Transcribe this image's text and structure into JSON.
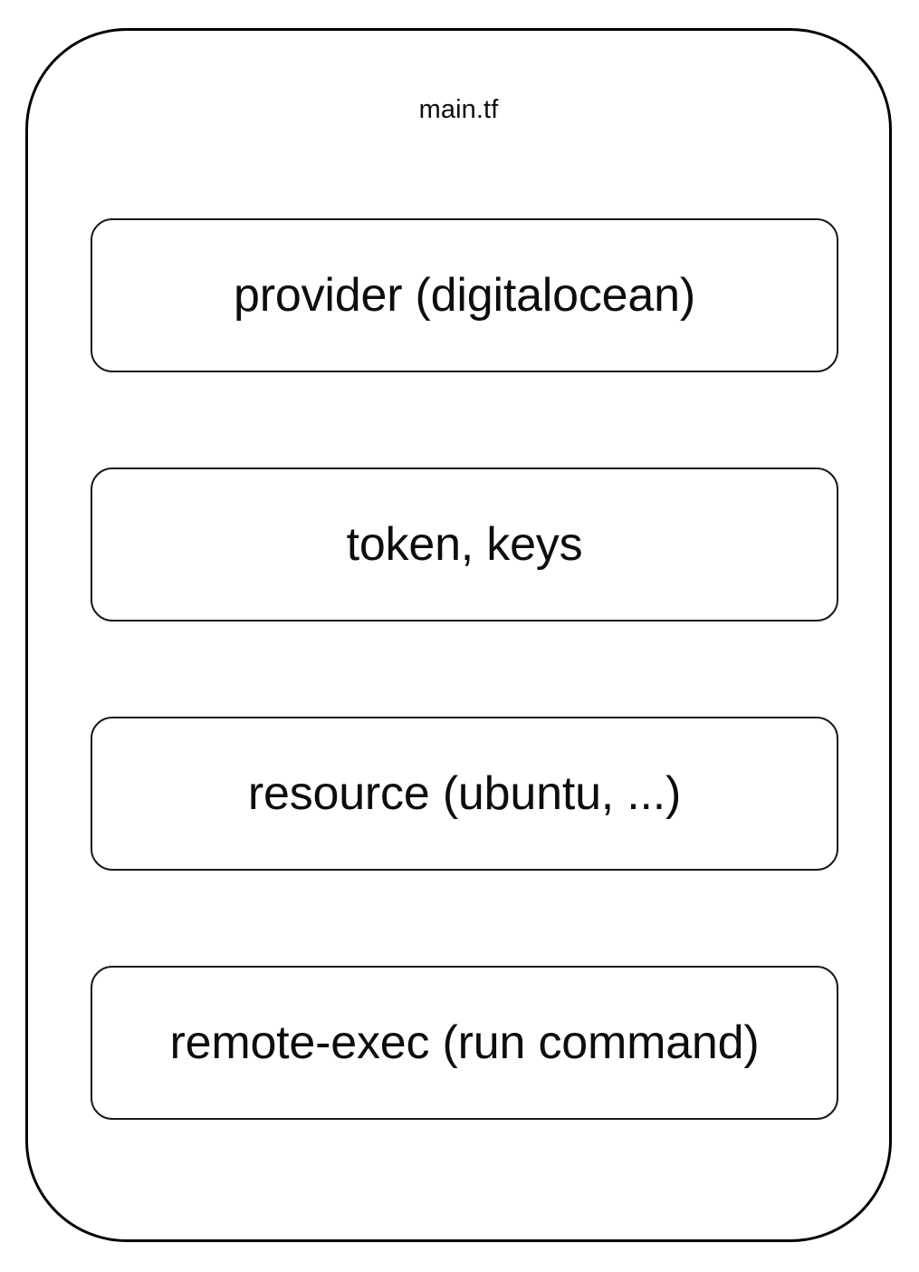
{
  "diagram": {
    "type": "nested-box-diagram",
    "title": "main.tf",
    "container": {
      "name": "main-tf-container",
      "label": "main.tf",
      "border_color": "#000000",
      "fill_color": "#ffffff",
      "shape": "rounded-rectangle"
    },
    "blocks": [
      {
        "id": "provider",
        "label": "provider (digitalocean)",
        "border_color": "#1a1a1a",
        "fill_color": "#ffffff",
        "shape": "rounded-rectangle"
      },
      {
        "id": "credentials",
        "label": "token, keys",
        "border_color": "#1a1a1a",
        "fill_color": "#ffffff",
        "shape": "rounded-rectangle"
      },
      {
        "id": "resource",
        "label": "resource (ubuntu, ...)",
        "border_color": "#1a1a1a",
        "fill_color": "#ffffff",
        "shape": "rounded-rectangle"
      },
      {
        "id": "remote-exec",
        "label": "remote-exec (run command)",
        "border_color": "#1a1a1a",
        "fill_color": "#ffffff",
        "shape": "rounded-rectangle"
      }
    ],
    "colors": {
      "text": "#0d0d0d",
      "background": "#ffffff",
      "stroke": "#000000"
    }
  }
}
